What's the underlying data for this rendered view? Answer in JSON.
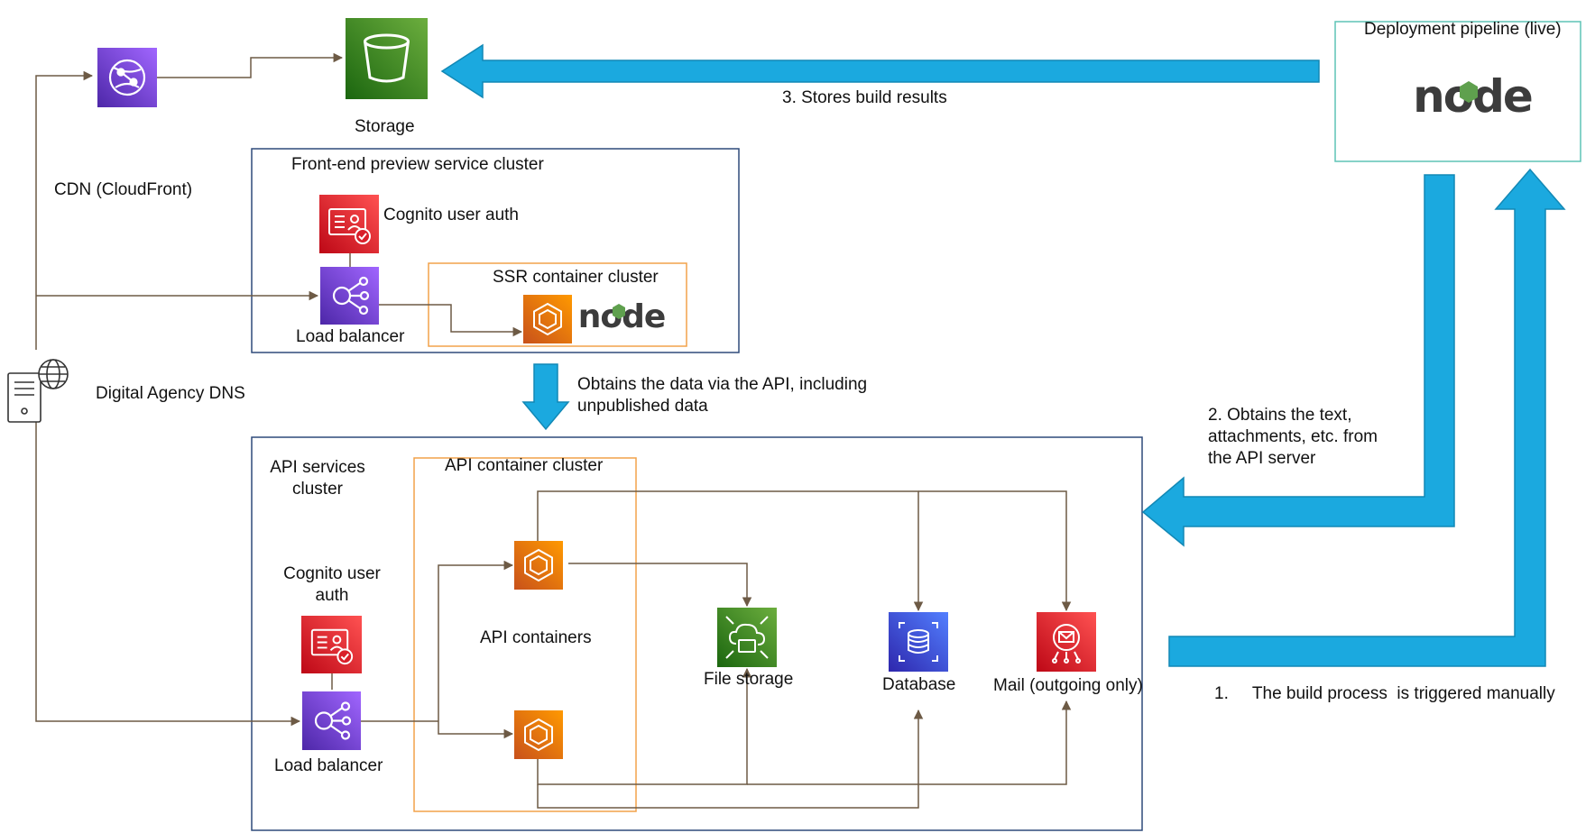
{
  "colors": {
    "arrow_fill": "#1ba9df",
    "arrow_stroke": "#1288b5",
    "connector": "#6d5a45",
    "cluster_border": "#2f4a7a",
    "subcluster_border": "#f2a24a",
    "pipeline_border": "#5ec4b6",
    "node_dark": "#3c3c3c",
    "node_green": "#5fa04e"
  },
  "nodes": {
    "storage": {
      "label": "Storage",
      "icon": "bucket-icon"
    },
    "cdn": {
      "label": "CDN (CloudFront)",
      "icon": "cloudfront-icon"
    },
    "dns": {
      "label": "Digital Agency DNS",
      "icon": "dns-server-globe-icon"
    },
    "pipeline": {
      "label": "Deployment pipeline (live)",
      "logo_text": "node",
      "icon": "nodejs-logo"
    }
  },
  "frontend_cluster": {
    "title": "Front-end preview service cluster",
    "cognito_label": "Cognito user auth",
    "lb_label": "Load balancer",
    "ssr_title": "SSR container cluster",
    "ssr_logo_text": "node"
  },
  "api_cluster": {
    "title": "API services\ncluster",
    "cognito_label": "Cognito user\nauth",
    "lb_label": "Load balancer",
    "container_cluster_title": "API container cluster",
    "containers_label": "API containers",
    "file_storage_label": "File storage",
    "database_label": "Database",
    "mail_label": "Mail (outgoing only)"
  },
  "flows": {
    "stores_build_results": "3. Stores build results",
    "obtains_data": "Obtains the data via the API, including\nunpublished data",
    "obtains_text": "2. Obtains the text,\nattachments, etc. from\nthe API server",
    "build_triggered": "1.     The build process  is triggered manually"
  }
}
